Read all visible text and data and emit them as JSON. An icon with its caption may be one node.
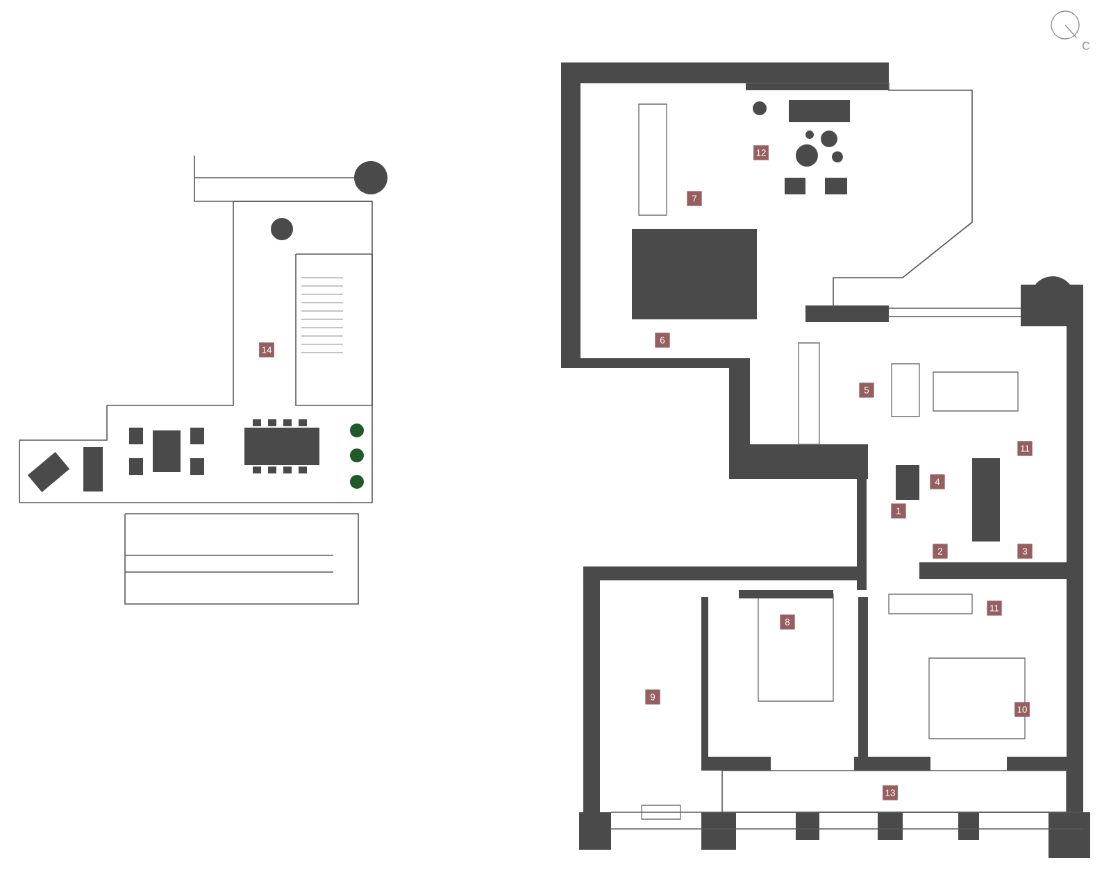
{
  "diagram": {
    "labels": [
      "С",
      "12",
      "7",
      "14",
      "6",
      "5",
      "11",
      "4",
      "1",
      "2",
      "3",
      "8",
      "11",
      "9",
      "10",
      "13"
    ]
  }
}
